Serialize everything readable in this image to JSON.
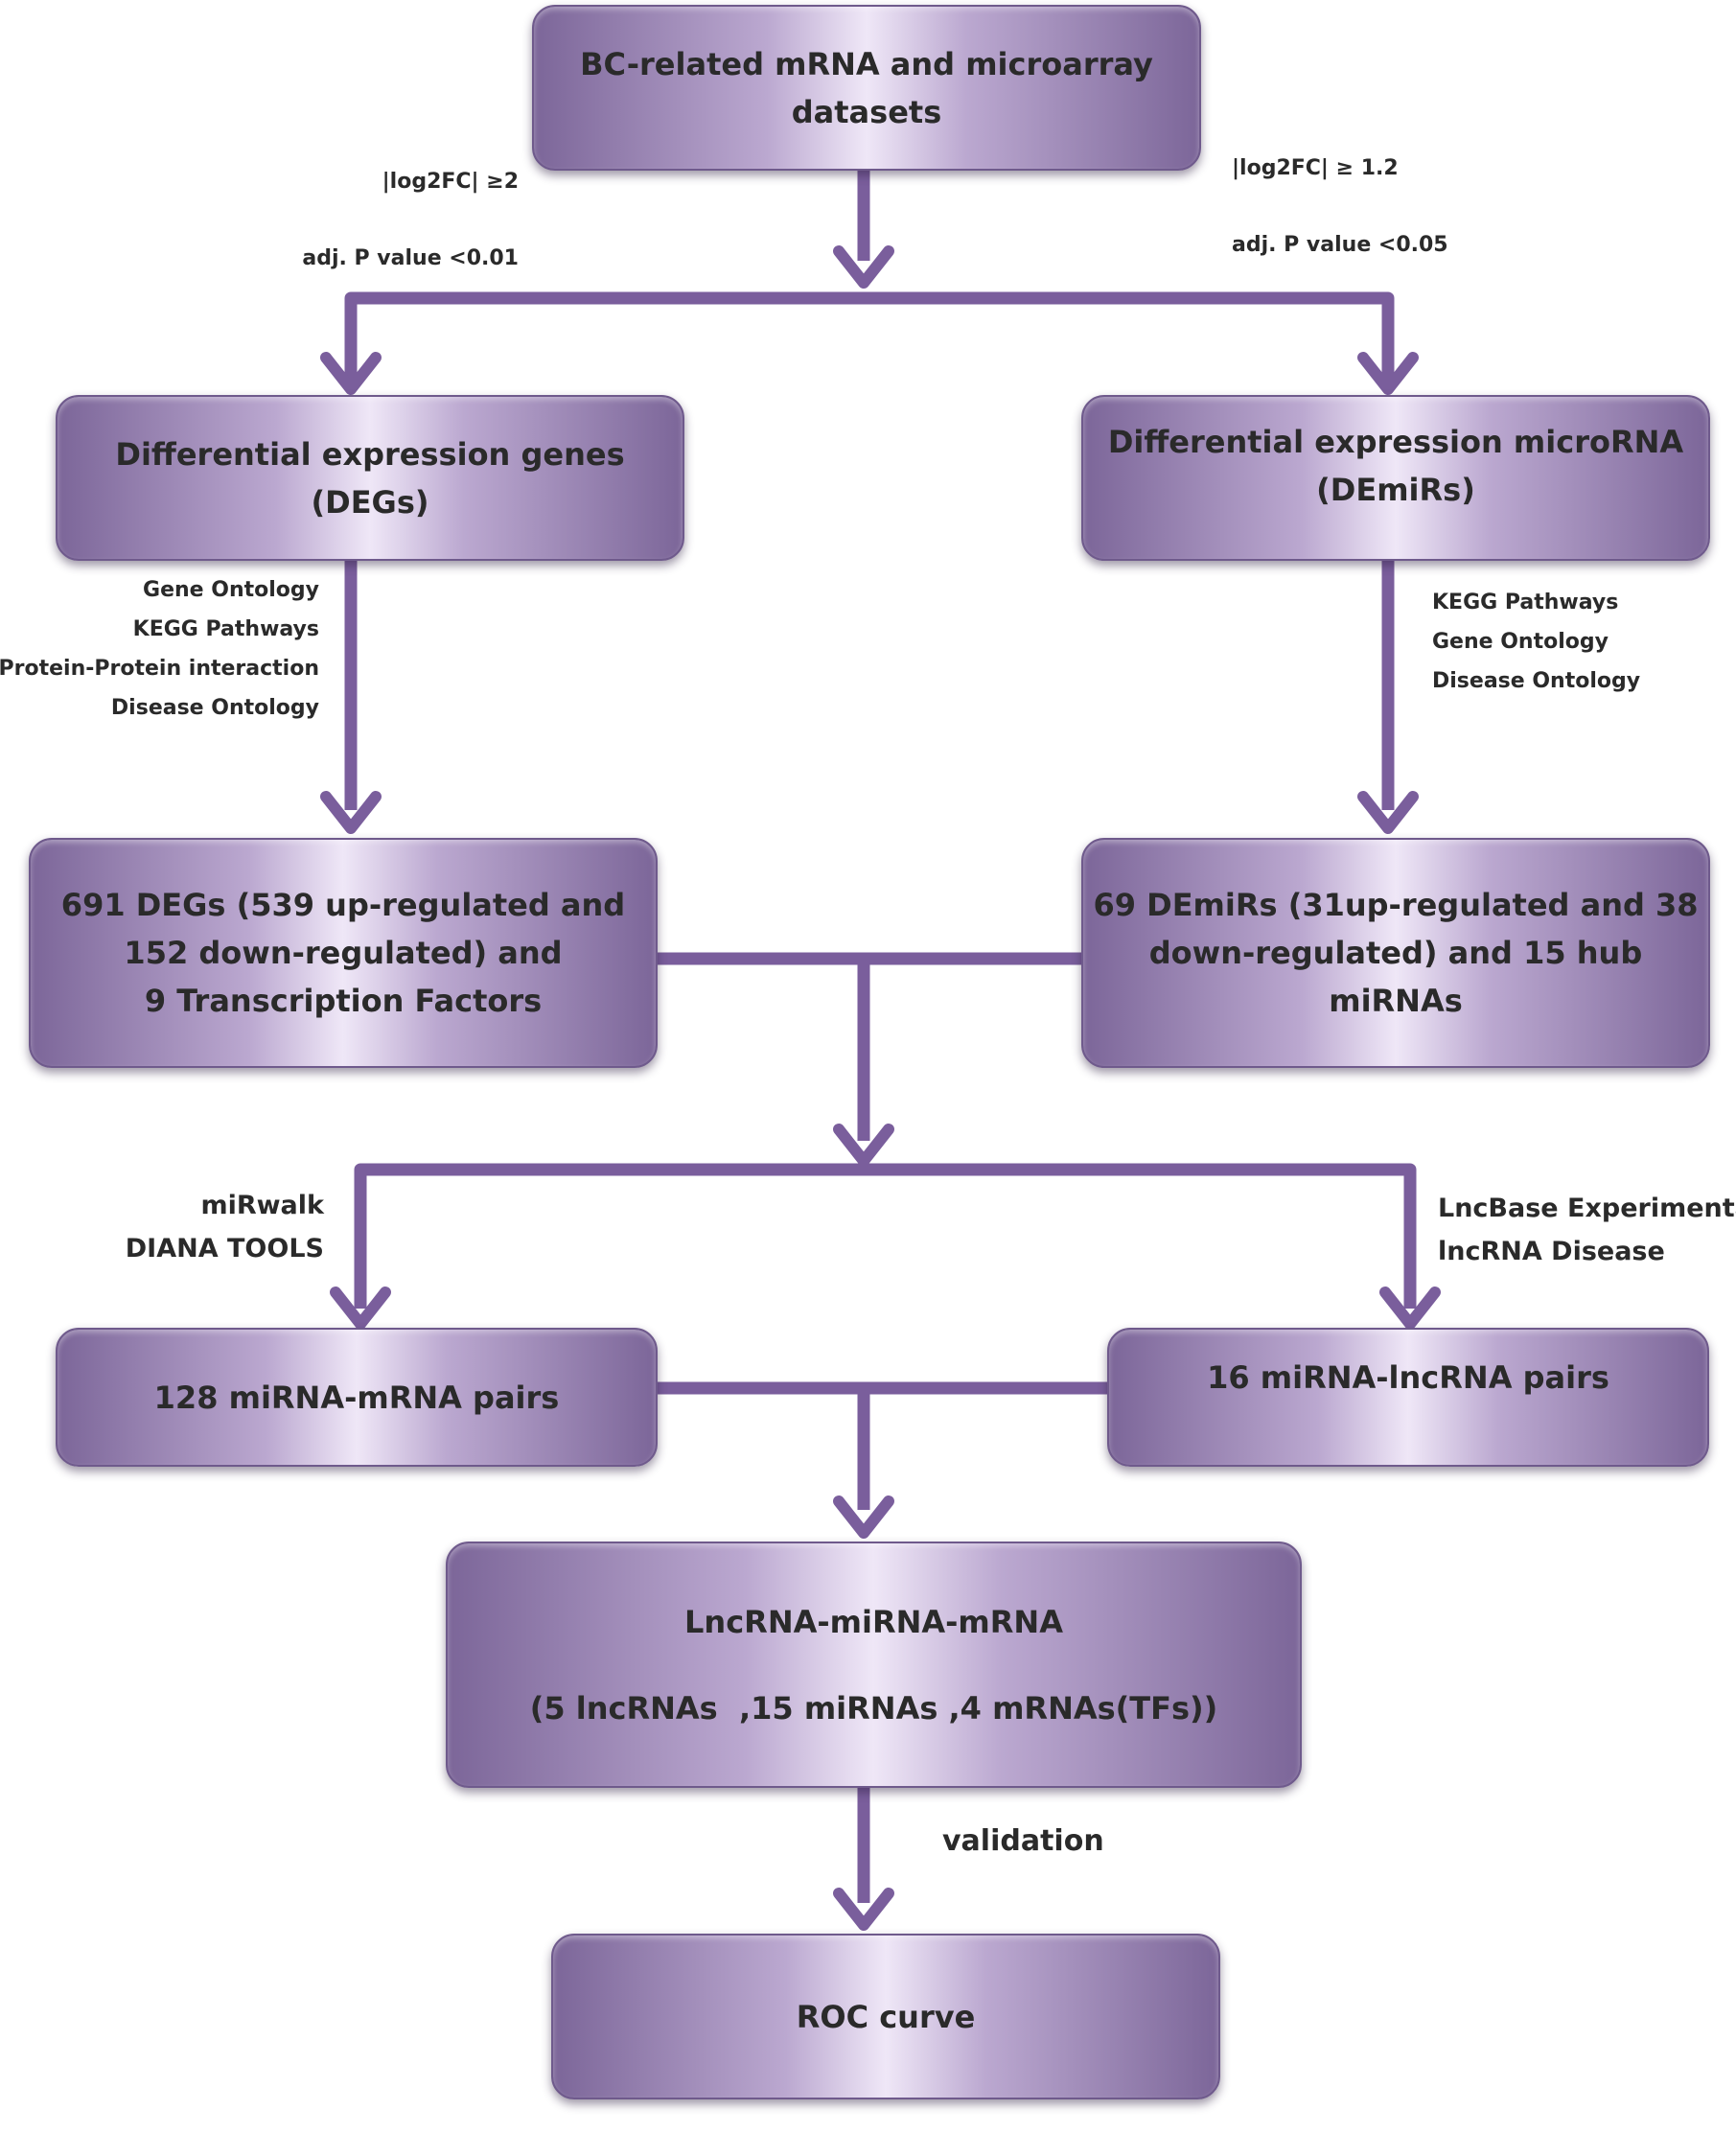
{
  "boxes": {
    "datasets": [
      "BC-related mRNA and microarray",
      "datasets"
    ],
    "degs": [
      "Differential expression genes",
      "(DEGs)"
    ],
    "demirs": [
      "Differential expression microRNA",
      "(DEmiRs)"
    ],
    "degs_result": [
      "691 DEGs (539 up-regulated and",
      "152 down-regulated) and",
      "9 Transcription Factors"
    ],
    "demirs_result": [
      "69 DEmiRs (31up-regulated and 38",
      "down-regulated) and 15 hub",
      "miRNAs"
    ],
    "mirna_mrna": [
      "128 miRNA-mRNA pairs"
    ],
    "mirna_lncrna": [
      "16 miRNA-lncRNA pairs"
    ],
    "network": [
      "LncRNA-miRNA-mRNA",
      "(5 lncRNAs  ,15 miRNAs ,4 mRNAs(TFs))"
    ],
    "roc": [
      "ROC curve"
    ]
  },
  "notes": {
    "left_threshold": [
      "|log2FC| ≥2",
      "adj. P value <0.01"
    ],
    "right_threshold": [
      "|log2FC| ≥ 1.2",
      "adj. P value <0.05"
    ],
    "degs_analyses": [
      "Gene Ontology",
      "KEGG Pathways",
      "Protein-Protein interaction",
      "Disease Ontology"
    ],
    "demirs_analyses": [
      "KEGG Pathways",
      "Gene Ontology",
      "Disease Ontology"
    ],
    "mrna_tools": [
      "miRwalk",
      "DIANA TOOLS"
    ],
    "lncrna_tools": [
      "LncBase Experimental",
      "lncRNA Disease"
    ],
    "validation": [
      "validation"
    ]
  },
  "colors": {
    "arrow": "#7a5e9c",
    "box_dark": "#7c6699",
    "box_light": "#efe7f7"
  }
}
